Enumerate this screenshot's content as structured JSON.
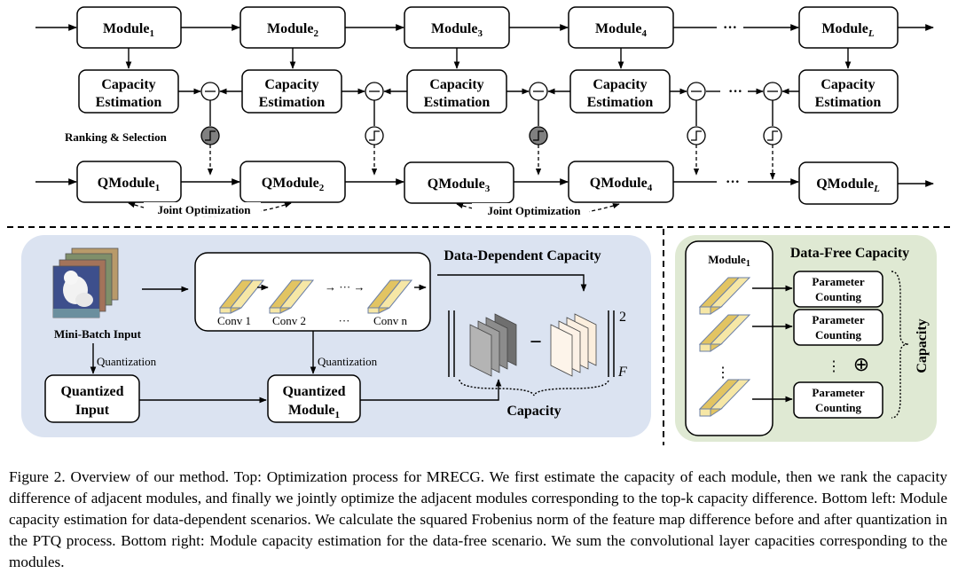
{
  "top": {
    "modules": [
      "Module",
      "Module",
      "Module",
      "Module",
      "Module"
    ],
    "module_subs": [
      "1",
      "2",
      "3",
      "4",
      "L"
    ],
    "capacity_label_line1": "Capacity",
    "capacity_label_line2": "Estimation",
    "qmodules": [
      "QModule",
      "QModule",
      "QModule",
      "QModule",
      "QModule"
    ],
    "qmodule_subs": [
      "1",
      "2",
      "3",
      "4",
      "L"
    ],
    "ellipsis": "···",
    "ranking_label": "Ranking & Selection",
    "joint_label": "Joint  Optimization"
  },
  "bottom_left": {
    "title": "Data-Dependent Capacity",
    "mini_batch_label": "Mini-Batch Input",
    "convs": [
      "Conv 1",
      "Conv 2",
      "···",
      "Conv n"
    ],
    "quantization_label": "Quantization",
    "quantized_input_line1": "Quantized",
    "quantized_input_line2": "Input",
    "quantized_module_line1": "Quantized",
    "quantized_module_line2": "Module",
    "quantized_module_sub": "1",
    "norm_sup": "2",
    "norm_sub": "F",
    "capacity_label": "Capacity",
    "minus": "−"
  },
  "bottom_right": {
    "title": "Data-Free Capacity",
    "module_label": "Module",
    "module_sub": "1",
    "param_line1": "Parameter",
    "param_line2": "Counting",
    "vdots": "⋮",
    "oplus": "⊕",
    "capacity_label": "Capacity"
  },
  "colors": {
    "blue_panel": "#dbe3f1",
    "green_panel": "#dfe9d3",
    "conv_face": "#f6e7a6",
    "conv_side": "#e2c462",
    "conv_edge": "#6b7fa6"
  },
  "caption": "Figure 2. Overview of our method. Top: Optimization process for MRECG. We first estimate the capacity of each module, then we rank the capacity difference of adjacent modules, and finally we jointly optimize the adjacent modules corresponding to the top-k capacity difference. Bottom left: Module capacity estimation for data-dependent scenarios. We calculate the squared Frobenius norm of the feature map difference before and after quantization in the PTQ process. Bottom right: Module capacity estimation for the data-free scenario. We sum the convolutional layer capacities corresponding to the modules."
}
